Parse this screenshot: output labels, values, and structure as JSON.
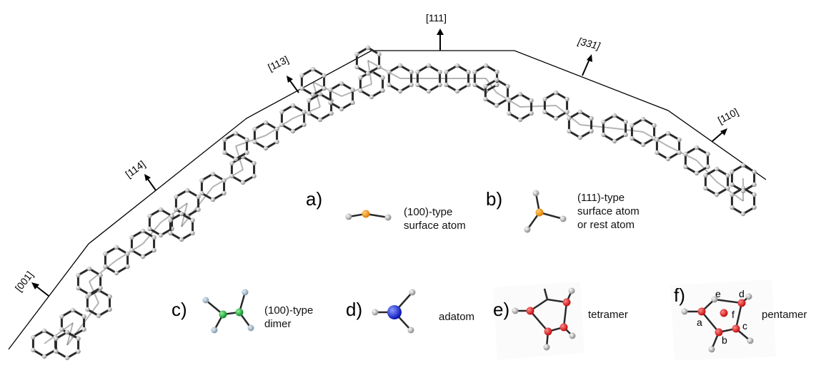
{
  "directions": [
    {
      "id": "001",
      "label": "[001]"
    },
    {
      "id": "114",
      "label": "[114]"
    },
    {
      "id": "113",
      "label": "[113]"
    },
    {
      "id": "111",
      "label": "[111]"
    },
    {
      "id": "331",
      "label": "[331]"
    },
    {
      "id": "110",
      "label": "[110]"
    }
  ],
  "panels": {
    "a": {
      "letter": "a)",
      "line1": "(100)-type",
      "line2": "surface atom"
    },
    "b": {
      "letter": "b)",
      "line1": "(111)-type",
      "line2": "surface atom",
      "line3": "or rest atom"
    },
    "c": {
      "letter": "c)",
      "line1": "(100)-type",
      "line2": "dimer"
    },
    "d": {
      "letter": "d)",
      "line1": "adatom"
    },
    "e": {
      "letter": "e)",
      "line1": "tetramer"
    },
    "f": {
      "letter": "f)",
      "line1": "pentamer",
      "atom_labels": [
        "a",
        "b",
        "c",
        "d",
        "e",
        "f"
      ]
    }
  },
  "colors": {
    "bond": "#2a2a2a",
    "atom_gray": "#a8a8a8",
    "surface_atom": "#f39a1c",
    "dimer_atom": "#1ea83a",
    "dimer_ligand": "#9fb3c2",
    "adatom": "#1d2ee0",
    "cluster_atom": "#e21b1b"
  }
}
